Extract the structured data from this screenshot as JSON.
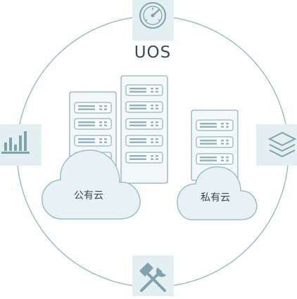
{
  "center_label": "UOS",
  "clouds": {
    "public": "公有云",
    "private": "私有云"
  },
  "icons": {
    "top": "gauge-icon",
    "left": "bar-chart-icon",
    "right": "layers-icon",
    "bottom": "tools-icon"
  },
  "colors": {
    "ring": "#9bbfc6",
    "icon_bg": "#e4eff1",
    "icon_stroke": "#7ea3ab",
    "server_fill": "#f2f7f8",
    "cloud_fill": "#e8f1f3",
    "cloud_stroke": "#9bbfc6"
  }
}
